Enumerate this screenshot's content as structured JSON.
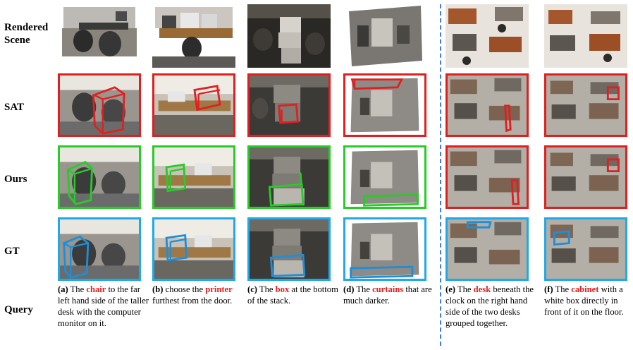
{
  "rows": {
    "scene_label_line1": "Rendered",
    "scene_label_line2": "Scene",
    "sat_label": "SAT",
    "ours_label": "Ours",
    "gt_label": "GT",
    "query_label": "Query"
  },
  "queries": [
    {
      "tag": "(a)",
      "pre": "The",
      "kw": "chair",
      "post": "to the far left hand side of the taller desk with the computer monitor on it."
    },
    {
      "tag": "(b)",
      "pre": "choose the",
      "kw": "printer",
      "post": "furthest from the door."
    },
    {
      "tag": "(c)",
      "pre": "The",
      "kw": "box",
      "post": "at the bottom of the stack."
    },
    {
      "tag": "(d)",
      "pre": "The",
      "kw": "curtains",
      "post": "that are much darker."
    },
    {
      "tag": "(e)",
      "pre": "The",
      "kw": "desk",
      "post": "beneath the clock on the right hand side of the two desks grouped together."
    },
    {
      "tag": "(f)",
      "pre": "The",
      "kw": "cabinet",
      "post": "with a white box directly in front of it on the floor."
    }
  ],
  "colors": {
    "sat_border": "#e02020",
    "ours_border": "#27cc27",
    "gt_border": "#1fa9e8",
    "keyword": "#e02020",
    "divider": "#3f7fd6"
  }
}
